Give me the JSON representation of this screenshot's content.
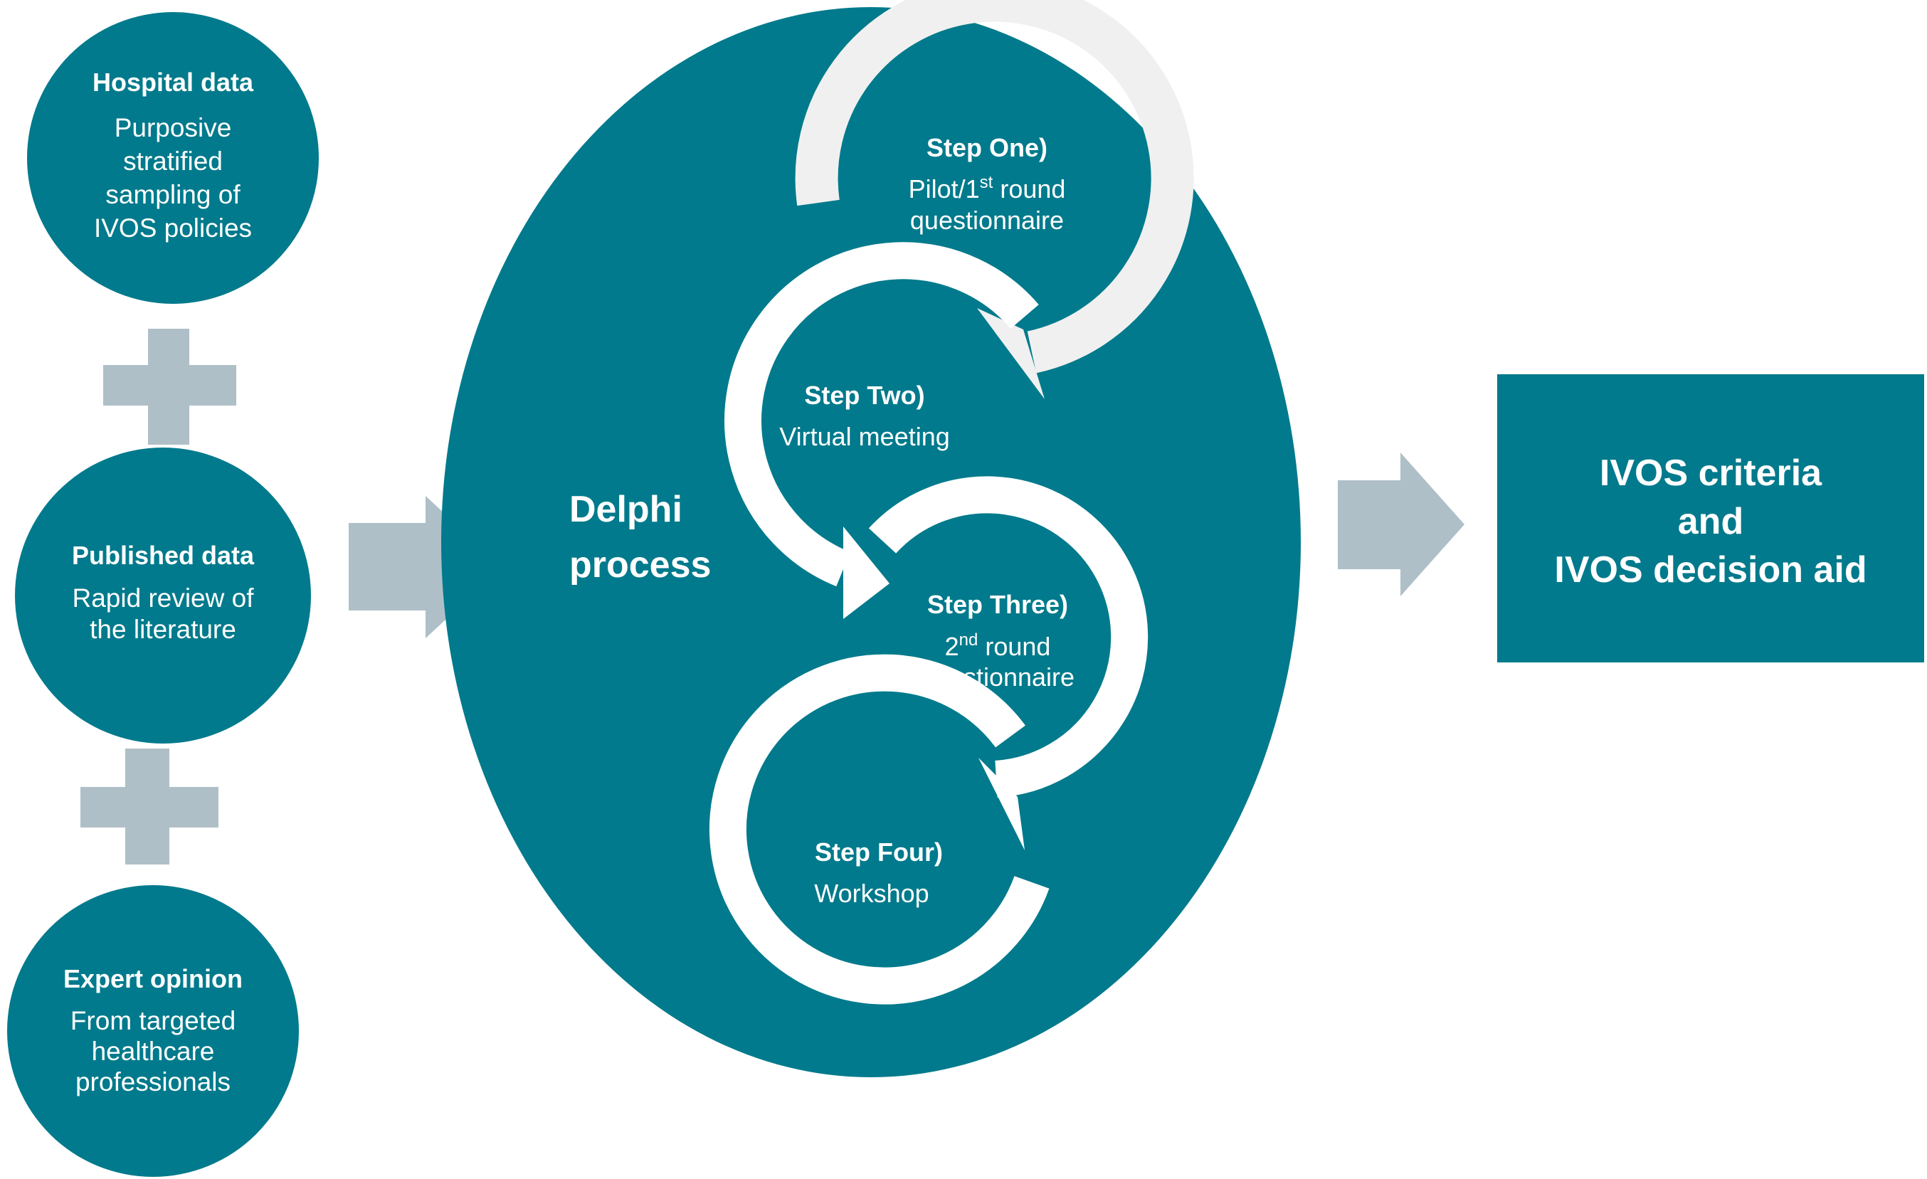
{
  "colors": {
    "teal": "#007a8c",
    "grey": "#afbfc8",
    "arrow_white": "#ffffff",
    "arrow_light": "#f0f0f0"
  },
  "inputs": {
    "hospital": {
      "title": "Hospital data",
      "lines": [
        "Purposive",
        "stratified",
        "sampling of",
        "IVOS policies"
      ]
    },
    "published": {
      "title": "Published data",
      "lines": [
        "Rapid review of",
        "the literature"
      ]
    },
    "expert": {
      "title": "Expert opinion",
      "lines": [
        "From targeted",
        "healthcare",
        "professionals"
      ]
    }
  },
  "delphi": {
    "title_lines": [
      "Delphi",
      "process"
    ],
    "steps": [
      {
        "title": "Step One)",
        "line1_pre": "Pilot/1",
        "line1_sup": "st",
        "line1_post": " round",
        "line2": "questionnaire"
      },
      {
        "title": "Step Two)",
        "line1": "Virtual meeting"
      },
      {
        "title": "Step Three)",
        "line1_pre": "2",
        "line1_sup": "nd",
        "line1_post": " round",
        "line2": "questionnaire"
      },
      {
        "title": "Step Four)",
        "line1": "Workshop"
      }
    ]
  },
  "output": {
    "lines": [
      "IVOS criteria",
      "and",
      "IVOS decision aid"
    ]
  }
}
